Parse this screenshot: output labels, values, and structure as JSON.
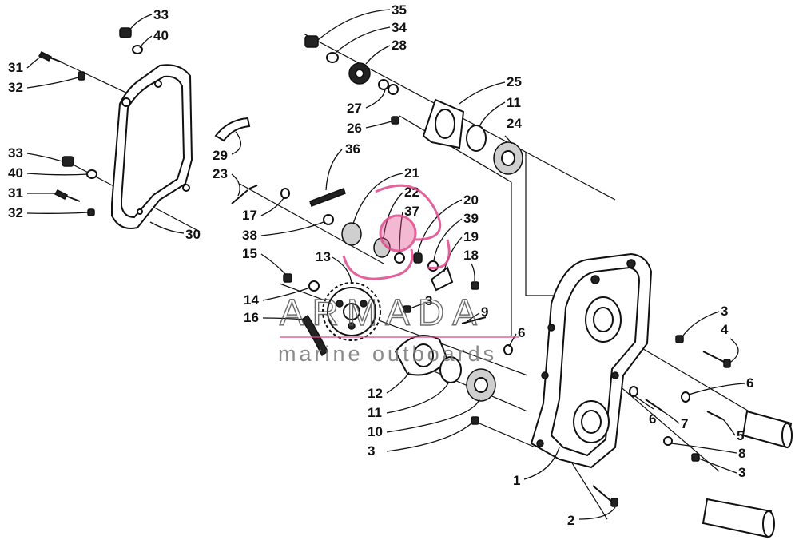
{
  "watermark": {
    "brand": "ARMADA",
    "tagline": "marine outboards",
    "accent_color": "#e0478a"
  },
  "callouts": [
    "1",
    "2",
    "3",
    "4",
    "5",
    "6",
    "7",
    "8",
    "9",
    "10",
    "11",
    "12",
    "13",
    "14",
    "15",
    "16",
    "17",
    "18",
    "19",
    "20",
    "21",
    "22",
    "23",
    "24",
    "25",
    "26",
    "27",
    "28",
    "29",
    "30",
    "31",
    "32",
    "33",
    "34",
    "35",
    "36",
    "37",
    "38",
    "39",
    "40"
  ],
  "colors": {
    "ink": "#111111",
    "background": "#ffffff",
    "watermark": "#e0478a"
  }
}
